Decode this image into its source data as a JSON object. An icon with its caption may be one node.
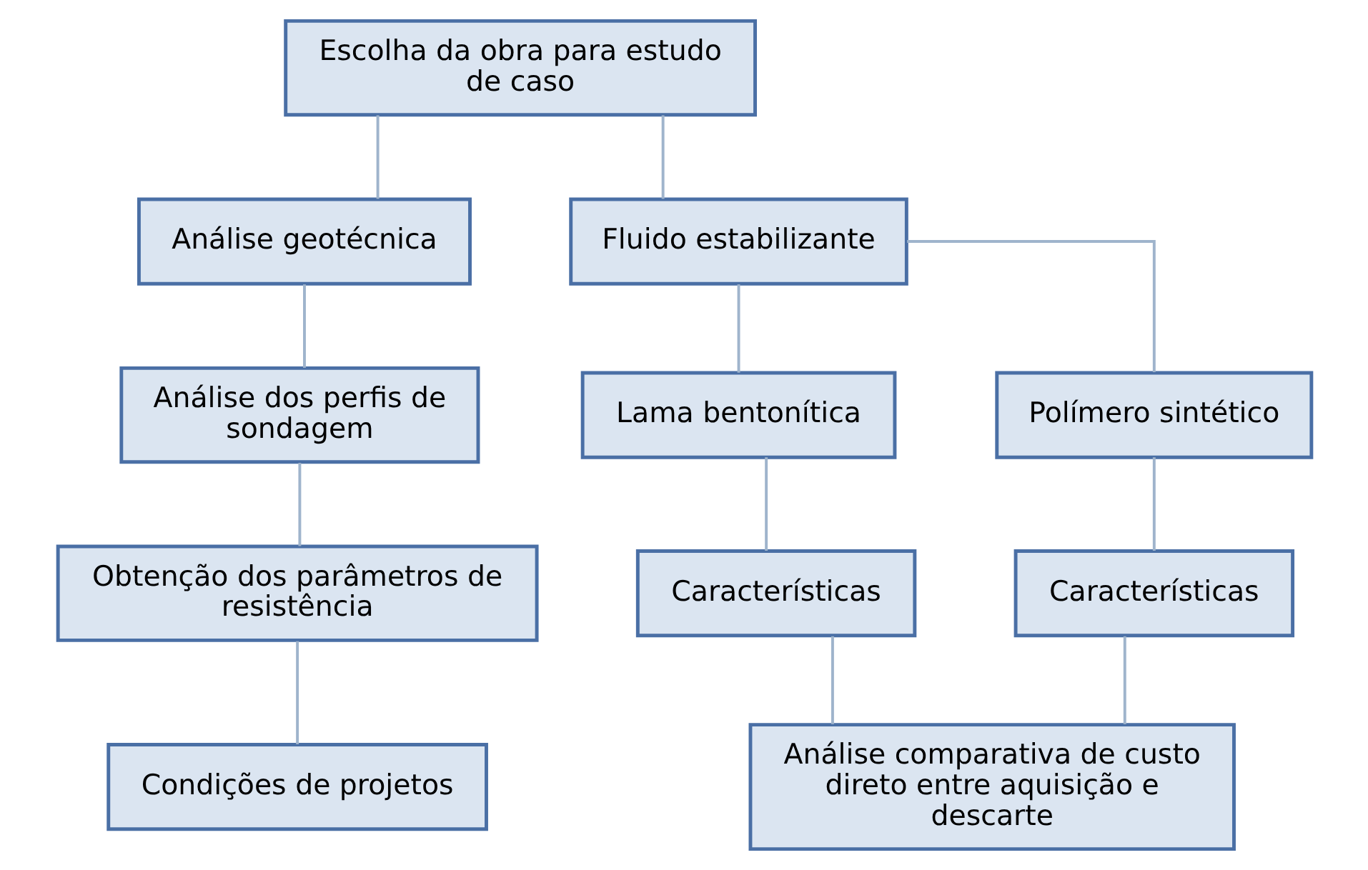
{
  "diagram": {
    "nodes": [
      {
        "text": [
          "Escolha da obra para estudo de caso"
        ]
      },
      {
        "text": [
          "Análise geotécnica"
        ]
      },
      {
        "text": [
          "Fluido estabilizante"
        ]
      },
      {
        "text": [
          "Análise dos perfis de sondagem"
        ]
      },
      {
        "text": [
          "Lama bentonítica"
        ]
      },
      {
        "text": [
          "Polímero sintético"
        ]
      },
      {
        "text": [
          "Obtenção dos parâmetros de resistência"
        ]
      },
      {
        "text": [
          "Características"
        ]
      },
      {
        "text": [
          "Características"
        ]
      },
      {
        "text": [
          "Condições de projetos"
        ]
      },
      {
        "text": [
          "Análise comparativa de custo direto entre aquisição e descarte"
        ]
      }
    ],
    "edges": [
      {
        "from": 0,
        "to": 1,
        "arrow": "none"
      },
      {
        "from": 0,
        "to": 2,
        "arrow": "none"
      },
      {
        "from": 1,
        "to": 3,
        "arrow": "none"
      },
      {
        "from": 2,
        "to": 4,
        "arrow": "none"
      },
      {
        "from": 2,
        "to": 5,
        "arrow": "none"
      },
      {
        "from": 3,
        "to": 6,
        "arrow": "none"
      },
      {
        "from": 4,
        "to": 7,
        "arrow": "none"
      },
      {
        "from": 5,
        "to": 8,
        "arrow": "none"
      },
      {
        "from": 6,
        "to": 9,
        "arrow": "none"
      },
      {
        "from": 7,
        "to": 10,
        "arrow": "none"
      },
      {
        "from": 8,
        "to": 10,
        "arrow": "none"
      }
    ]
  }
}
